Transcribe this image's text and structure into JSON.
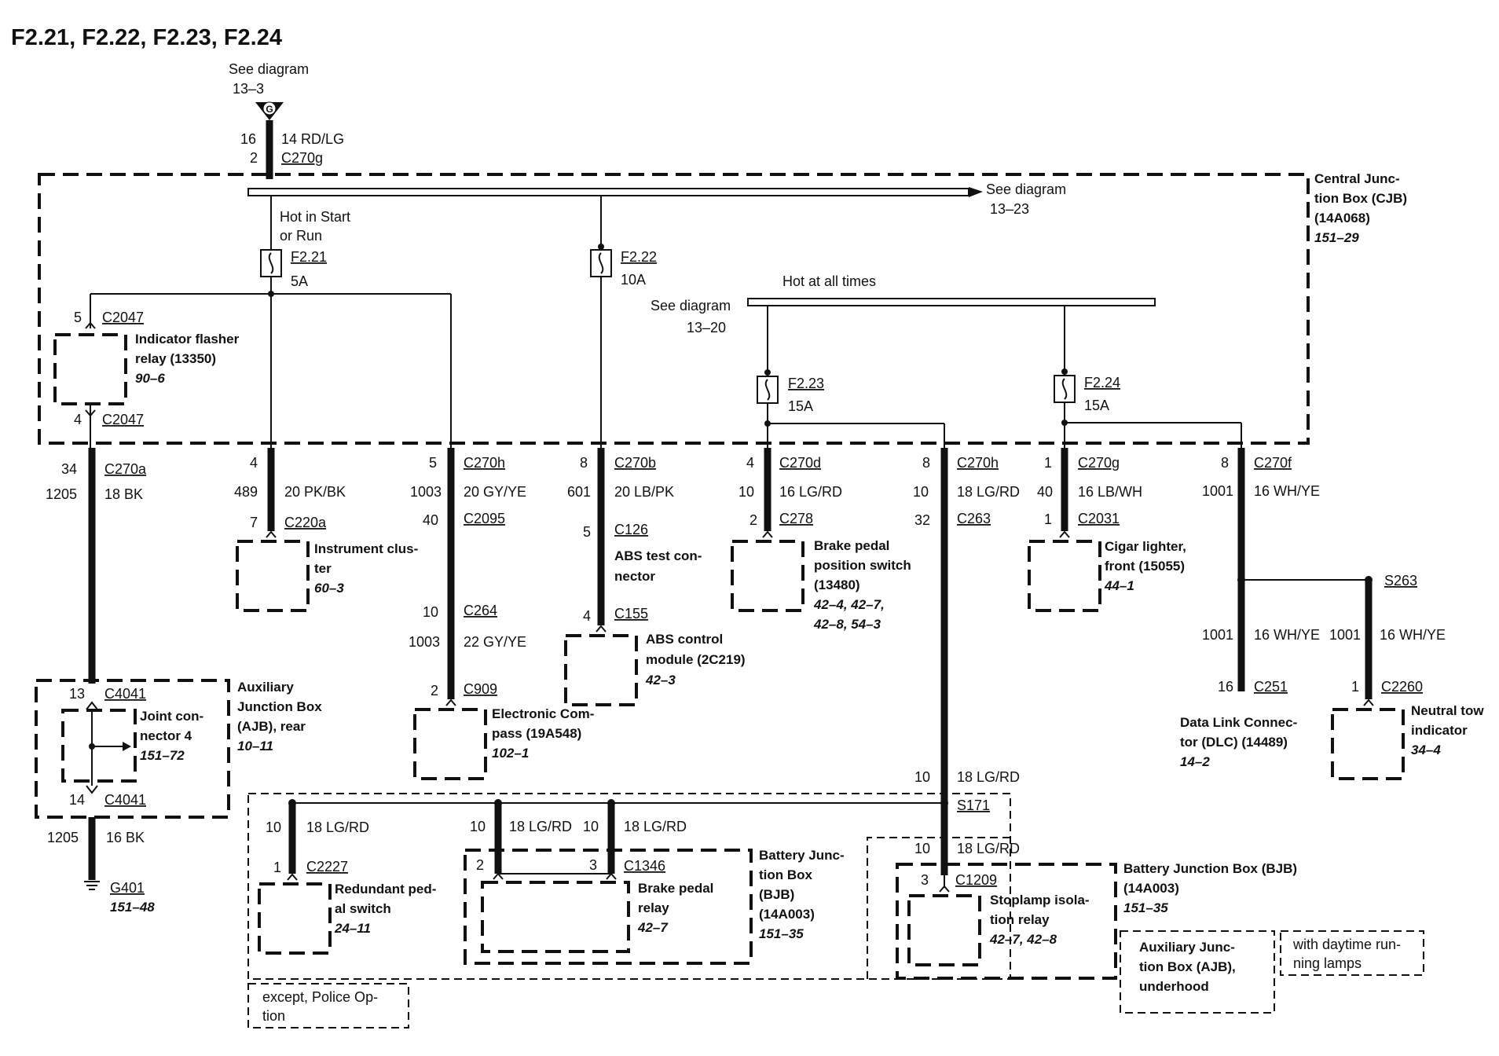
{
  "title": "F2.21, F2.22, F2.23, F2.24",
  "see_top": [
    "See diagram",
    "13–3"
  ],
  "g_symbol": "G",
  "top_wire": {
    "pin1": "16",
    "color": "14 RD/LG",
    "pin2": "2",
    "connector": "C270g"
  },
  "cjb": {
    "see_diagram": "See diagram",
    "see_ref": "13–23",
    "name": [
      "Central Junc-",
      "tion Box (CJB)",
      "(14A068)"
    ],
    "ref": "151–29"
  },
  "hot_start": [
    "Hot in Start",
    "or Run"
  ],
  "hot_always": "Hot at all times",
  "see_left": [
    "See diagram",
    "13–20"
  ],
  "fuses": [
    {
      "name": "F2.21",
      "rating": "5A"
    },
    {
      "name": "F2.22",
      "rating": "10A"
    },
    {
      "name": "F2.23",
      "rating": "15A"
    },
    {
      "name": "F2.24",
      "rating": "15A"
    }
  ],
  "flasher": {
    "pin_top": "5",
    "conn_top": "C2047",
    "pin_bot": "4",
    "conn_bot": "C2047",
    "name": [
      "Indicator flasher",
      "relay (13350)"
    ],
    "ref": "90–6"
  },
  "col_a": {
    "pin": "34",
    "conn": "C270a",
    "circuit": "1205",
    "color": "18 BK"
  },
  "ajb_rear": {
    "pin1": "13",
    "conn1": "C4041",
    "pin2": "14",
    "conn2": "C4041",
    "jc": [
      "Joint con-",
      "nector 4"
    ],
    "jc_ref": "151–72",
    "name": [
      "Auxiliary",
      "Junction Box",
      "(AJB), rear"
    ],
    "ref": "10–11"
  },
  "ground": {
    "circuit": "1205",
    "color": "16 BK",
    "name": "G401",
    "ref": "151–48"
  },
  "col_b": {
    "pin": "4",
    "circuit": "489",
    "color": "20 PK/BK",
    "pin2": "7",
    "conn2": "C220a",
    "name": [
      "Instrument clus-",
      "ter"
    ],
    "ref": "60–3"
  },
  "col_c": {
    "pin": "5",
    "conn": "C270h",
    "circuit": "1003",
    "color": "20 GY/YE",
    "pin2": "40",
    "conn2": "C2095",
    "pin3": "10",
    "conn3": "C264",
    "circuit2": "1003",
    "color2": "22 GY/YE",
    "pin4": "2",
    "conn4": "C909",
    "name": [
      "Electronic Com-",
      "pass (19A548)"
    ],
    "ref": "102–1"
  },
  "col_d": {
    "pin": "8",
    "conn": "C270b",
    "circuit": "601",
    "color": "20 LB/PK",
    "pin2": "5",
    "conn2": "C126",
    "test": [
      "ABS test con-",
      "nector"
    ],
    "pin3": "4",
    "conn3": "C155",
    "name": [
      "ABS control",
      "module (2C219)"
    ],
    "ref": "42–3"
  },
  "col_e": {
    "pin": "4",
    "conn": "C270d",
    "circuit": "10",
    "color": "16 LG/RD",
    "pin2": "2",
    "conn2": "C278",
    "name": [
      "Brake pedal",
      "position switch",
      "(13480)"
    ],
    "ref": [
      "42–4, 42–7,",
      "42–8, 54–3"
    ]
  },
  "col_f": {
    "pin": "8",
    "conn": "C270h",
    "circuit": "10",
    "color": "18 LG/RD",
    "pin2": "32",
    "conn2": "C263",
    "circuit2": "10",
    "color2": "18 LG/RD",
    "splice": "S171",
    "circuit3": "10",
    "color3": "18 LG/RD"
  },
  "col_g": {
    "pin": "1",
    "conn": "C270g",
    "circuit": "40",
    "color": "16 LB/WH",
    "pin2": "1",
    "conn2": "C2031",
    "name": [
      "Cigar lighter,",
      "front (15055)"
    ],
    "ref": "44–1"
  },
  "col_h": {
    "pin": "8",
    "conn": "C270f",
    "circuit": "1001",
    "color": "16 WH/YE",
    "splice": "S263",
    "circuit2": "1001",
    "color2": "16 WH/YE",
    "pin2": "16",
    "conn2": "C251",
    "circuit3": "1001",
    "color3": "16 WH/YE",
    "pin3": "1",
    "conn3": "C2260"
  },
  "dlc": {
    "name": [
      "Data Link Connec-",
      "tor (DLC) (14489)"
    ],
    "ref": "14–2"
  },
  "neutral": {
    "name": [
      "Neutral tow",
      "indicator"
    ],
    "ref": "34–4"
  },
  "redundant": {
    "circuit": "10",
    "color": "18 LG/RD",
    "pin": "1",
    "conn": "C2227",
    "name": [
      "Redundant ped-",
      "al switch"
    ],
    "ref": "24–11"
  },
  "brake_relay": {
    "circuit": "10",
    "color": "18 LG/RD",
    "circuit2": "10",
    "color2": "18 LG/RD",
    "pin_a": "2",
    "pin_b": "3",
    "conn": "C1346",
    "name": [
      "Brake pedal",
      "relay"
    ],
    "ref": "42–7"
  },
  "bjb1": {
    "name": [
      "Battery Junc-",
      "tion Box",
      "(BJB)",
      "(14A003)"
    ],
    "ref": "151–35"
  },
  "stoplamp": {
    "pin": "3",
    "conn": "C1209",
    "name": [
      "Stoplamp isola-",
      "tion relay"
    ],
    "ref": "42–7, 42–8"
  },
  "bjb2": {
    "name": [
      "Battery Junction Box (BJB)",
      "(14A003)"
    ],
    "ref": "151–35"
  },
  "ajb_under": [
    "Auxiliary Junc-",
    "tion Box (AJB),",
    "underhood"
  ],
  "daytime": [
    "with daytime run-",
    "ning lamps"
  ],
  "police": [
    "except, Police Op-",
    "tion"
  ]
}
